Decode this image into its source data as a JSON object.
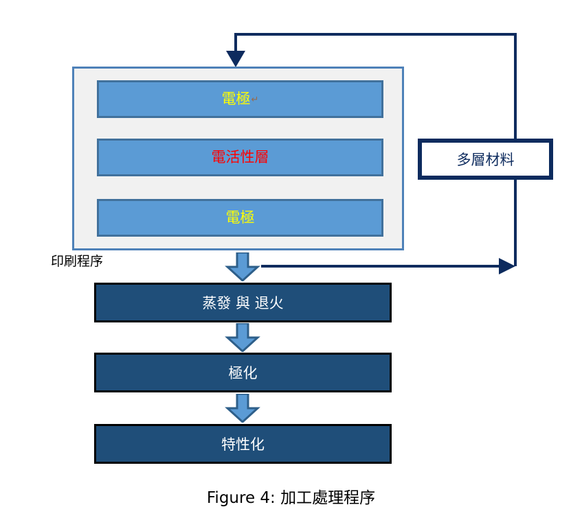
{
  "figure": {
    "caption_prefix": "Figure 4:",
    "caption_title": "加工處理程序",
    "caption_full": "Figure 4: 加工處理程序"
  },
  "print_stack": {
    "process_label": "印刷程序",
    "layers": [
      {
        "label": "電極",
        "color": "#ffff00",
        "has_pilcrow": true
      },
      {
        "label": "電活性層",
        "color": "#ff0000",
        "has_pilcrow": false
      },
      {
        "label": "電極",
        "color": "#ffff00",
        "has_pilcrow": false
      }
    ],
    "fill": "#f1f1f1",
    "border": "#4e81b8",
    "layer_fill": "#5b9bd5",
    "layer_border": "#41719c"
  },
  "multilayer": {
    "label": "多層材料",
    "fill": "#ffffff",
    "border": "#0d2b5e",
    "text_color": "#0d2b5e"
  },
  "steps": [
    {
      "label": "蒸發 與 退火"
    },
    {
      "label": "極化"
    },
    {
      "label": "特性化"
    }
  ],
  "colors": {
    "step_fill": "#1f4e79",
    "step_border": "#000000",
    "step_text": "#ffffff",
    "connector": "#0d2b5e",
    "block_arrow_fill": "#5b9bd5",
    "block_arrow_border": "#2e5f8a"
  },
  "pilcrow_glyph": "↵"
}
